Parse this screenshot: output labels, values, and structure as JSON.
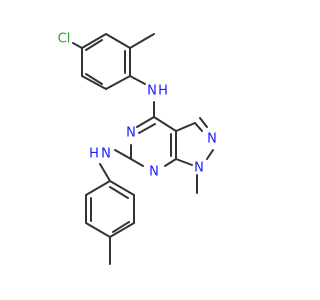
{
  "molecule": {
    "atom_labels": {
      "chlorine": "Cl",
      "amine_nh_upper": "N",
      "amine_h_upper": "H",
      "pyrimidine_n_left": "N",
      "pyrazole_n_upper": "N",
      "pyrazole_n_lower": "N",
      "amine_nh_lower": "N",
      "amine_h_lower": "H",
      "pyrimidine_n_lower": "N"
    },
    "colors": {
      "bond": "#333333",
      "nitrogen": "#1a1aff",
      "chlorine": "#2ca02c",
      "hydrogen_on_nitrogen": "#1a1aff"
    }
  }
}
